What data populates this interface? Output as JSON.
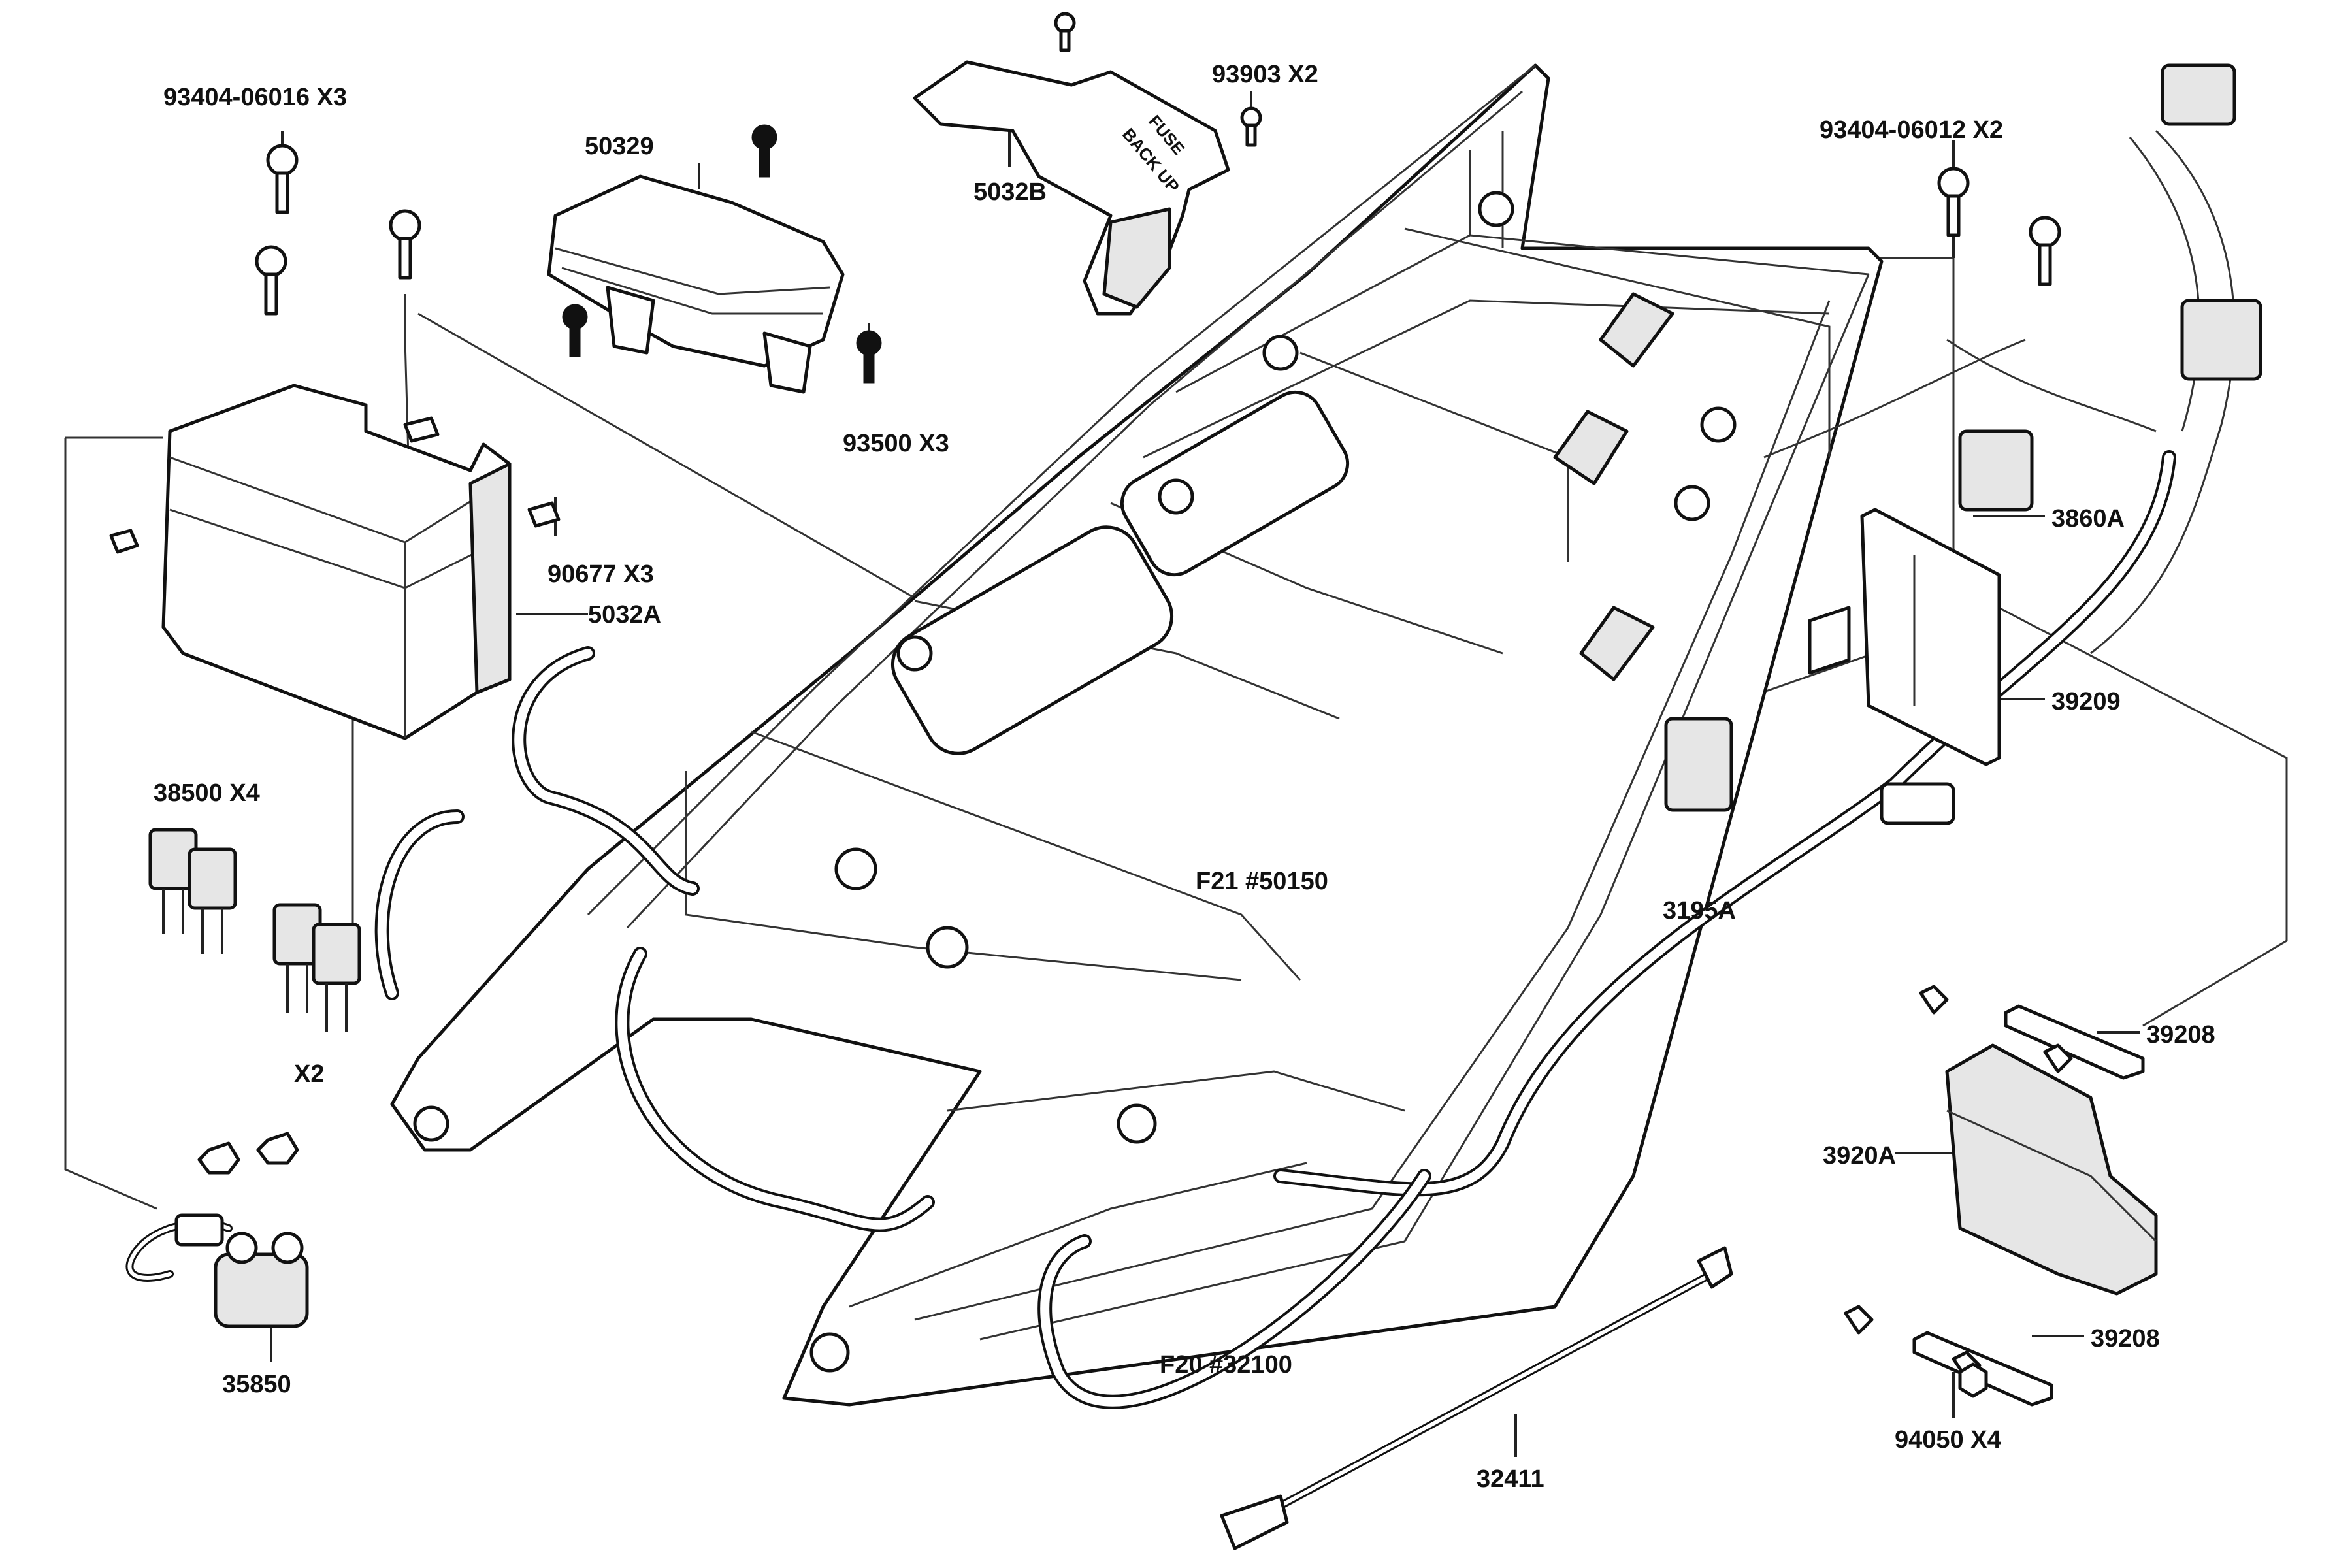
{
  "labels": {
    "p93404_06016": "93404-06016 X3",
    "p50329": "50329",
    "p5032B": "5032B",
    "p93903": "93903  X2",
    "p93404_06012": "93404-06012 X2",
    "p93500": "93500   X3",
    "p90677": "90677  X3",
    "p5032A": "5032A",
    "p3860A": "3860A",
    "p39209": "39209",
    "p38500": "38500 X4",
    "p3195A": "3195A",
    "pF21": "F21 #50150",
    "pX2": "X2",
    "p39208a": "39208",
    "p3920A": "3920A",
    "p39208b": "39208",
    "p35850": "35850",
    "pF20": "F20 #32100",
    "p94050": "94050  X4",
    "p32411": "32411"
  },
  "fuse_cover_text": [
    "BACK UP",
    "FUSE"
  ]
}
